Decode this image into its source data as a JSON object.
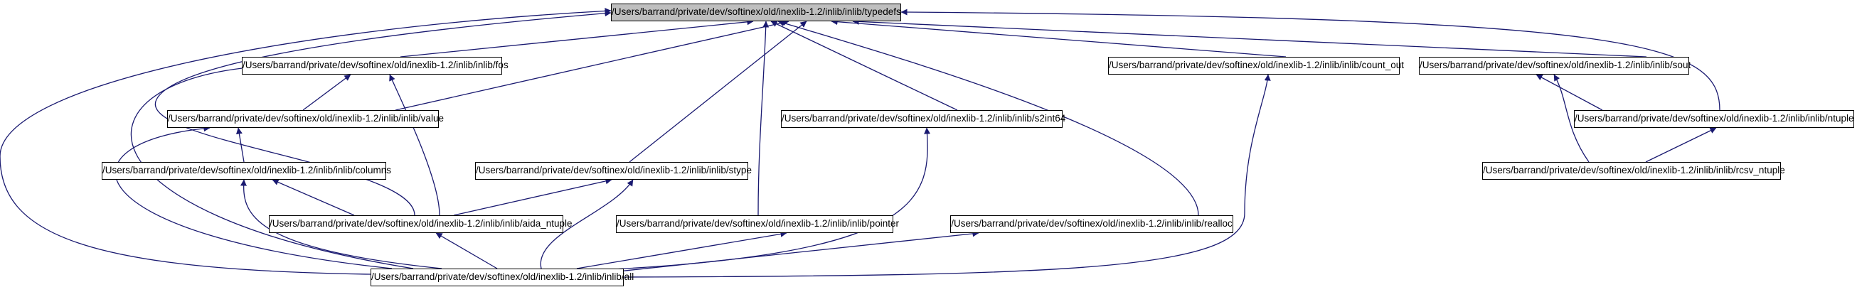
{
  "colors": {
    "edge": "#191970",
    "node_border": "#000000",
    "root_fill": "#bfbfbf",
    "node_fill": "#ffffff"
  },
  "nodes": {
    "typedefs": {
      "label": "/Users/barrand/private/dev/softinex/old/inexlib-1.2/inlib/inlib/typedefs",
      "root": true
    },
    "fos": {
      "label": "/Users/barrand/private/dev/softinex/old/inexlib-1.2/inlib/inlib/fos"
    },
    "count_out": {
      "label": "/Users/barrand/private/dev/softinex/old/inexlib-1.2/inlib/inlib/count_out"
    },
    "sout": {
      "label": "/Users/barrand/private/dev/softinex/old/inexlib-1.2/inlib/inlib/sout"
    },
    "value": {
      "label": "/Users/barrand/private/dev/softinex/old/inexlib-1.2/inlib/inlib/value"
    },
    "s2int64": {
      "label": "/Users/barrand/private/dev/softinex/old/inexlib-1.2/inlib/inlib/s2int64"
    },
    "ntuple": {
      "label": "/Users/barrand/private/dev/softinex/old/inexlib-1.2/inlib/inlib/ntuple"
    },
    "columns": {
      "label": "/Users/barrand/private/dev/softinex/old/inexlib-1.2/inlib/inlib/columns"
    },
    "stype": {
      "label": "/Users/barrand/private/dev/softinex/old/inexlib-1.2/inlib/inlib/stype"
    },
    "rcsv_ntuple": {
      "label": "/Users/barrand/private/dev/softinex/old/inexlib-1.2/inlib/inlib/rcsv_ntuple"
    },
    "aida_ntuple": {
      "label": "/Users/barrand/private/dev/softinex/old/inexlib-1.2/inlib/inlib/aida_ntuple"
    },
    "pointer": {
      "label": "/Users/barrand/private/dev/softinex/old/inexlib-1.2/inlib/inlib/pointer"
    },
    "realloc": {
      "label": "/Users/barrand/private/dev/softinex/old/inexlib-1.2/inlib/inlib/realloc"
    },
    "all": {
      "label": "/Users/barrand/private/dev/softinex/old/inexlib-1.2/inlib/inlib/all"
    }
  },
  "edges": [
    {
      "from": "fos",
      "to": "typedefs"
    },
    {
      "from": "value",
      "to": "typedefs"
    },
    {
      "from": "stype",
      "to": "typedefs"
    },
    {
      "from": "pointer",
      "to": "typedefs"
    },
    {
      "from": "s2int64",
      "to": "typedefs"
    },
    {
      "from": "realloc",
      "to": "typedefs"
    },
    {
      "from": "count_out",
      "to": "typedefs"
    },
    {
      "from": "sout",
      "to": "typedefs"
    },
    {
      "from": "ntuple",
      "to": "typedefs"
    },
    {
      "from": "aida_ntuple",
      "to": "typedefs"
    },
    {
      "from": "all",
      "to": "typedefs"
    },
    {
      "from": "value",
      "to": "fos"
    },
    {
      "from": "aida_ntuple",
      "to": "fos"
    },
    {
      "from": "all",
      "to": "fos"
    },
    {
      "from": "columns",
      "to": "value"
    },
    {
      "from": "all",
      "to": "value"
    },
    {
      "from": "aida_ntuple",
      "to": "columns"
    },
    {
      "from": "all",
      "to": "columns"
    },
    {
      "from": "aida_ntuple",
      "to": "stype"
    },
    {
      "from": "all",
      "to": "stype"
    },
    {
      "from": "all",
      "to": "aida_ntuple"
    },
    {
      "from": "all",
      "to": "pointer"
    },
    {
      "from": "all",
      "to": "s2int64"
    },
    {
      "from": "all",
      "to": "realloc"
    },
    {
      "from": "all",
      "to": "count_out"
    },
    {
      "from": "ntuple",
      "to": "sout"
    },
    {
      "from": "rcsv_ntuple",
      "to": "sout"
    },
    {
      "from": "rcsv_ntuple",
      "to": "ntuple"
    }
  ]
}
